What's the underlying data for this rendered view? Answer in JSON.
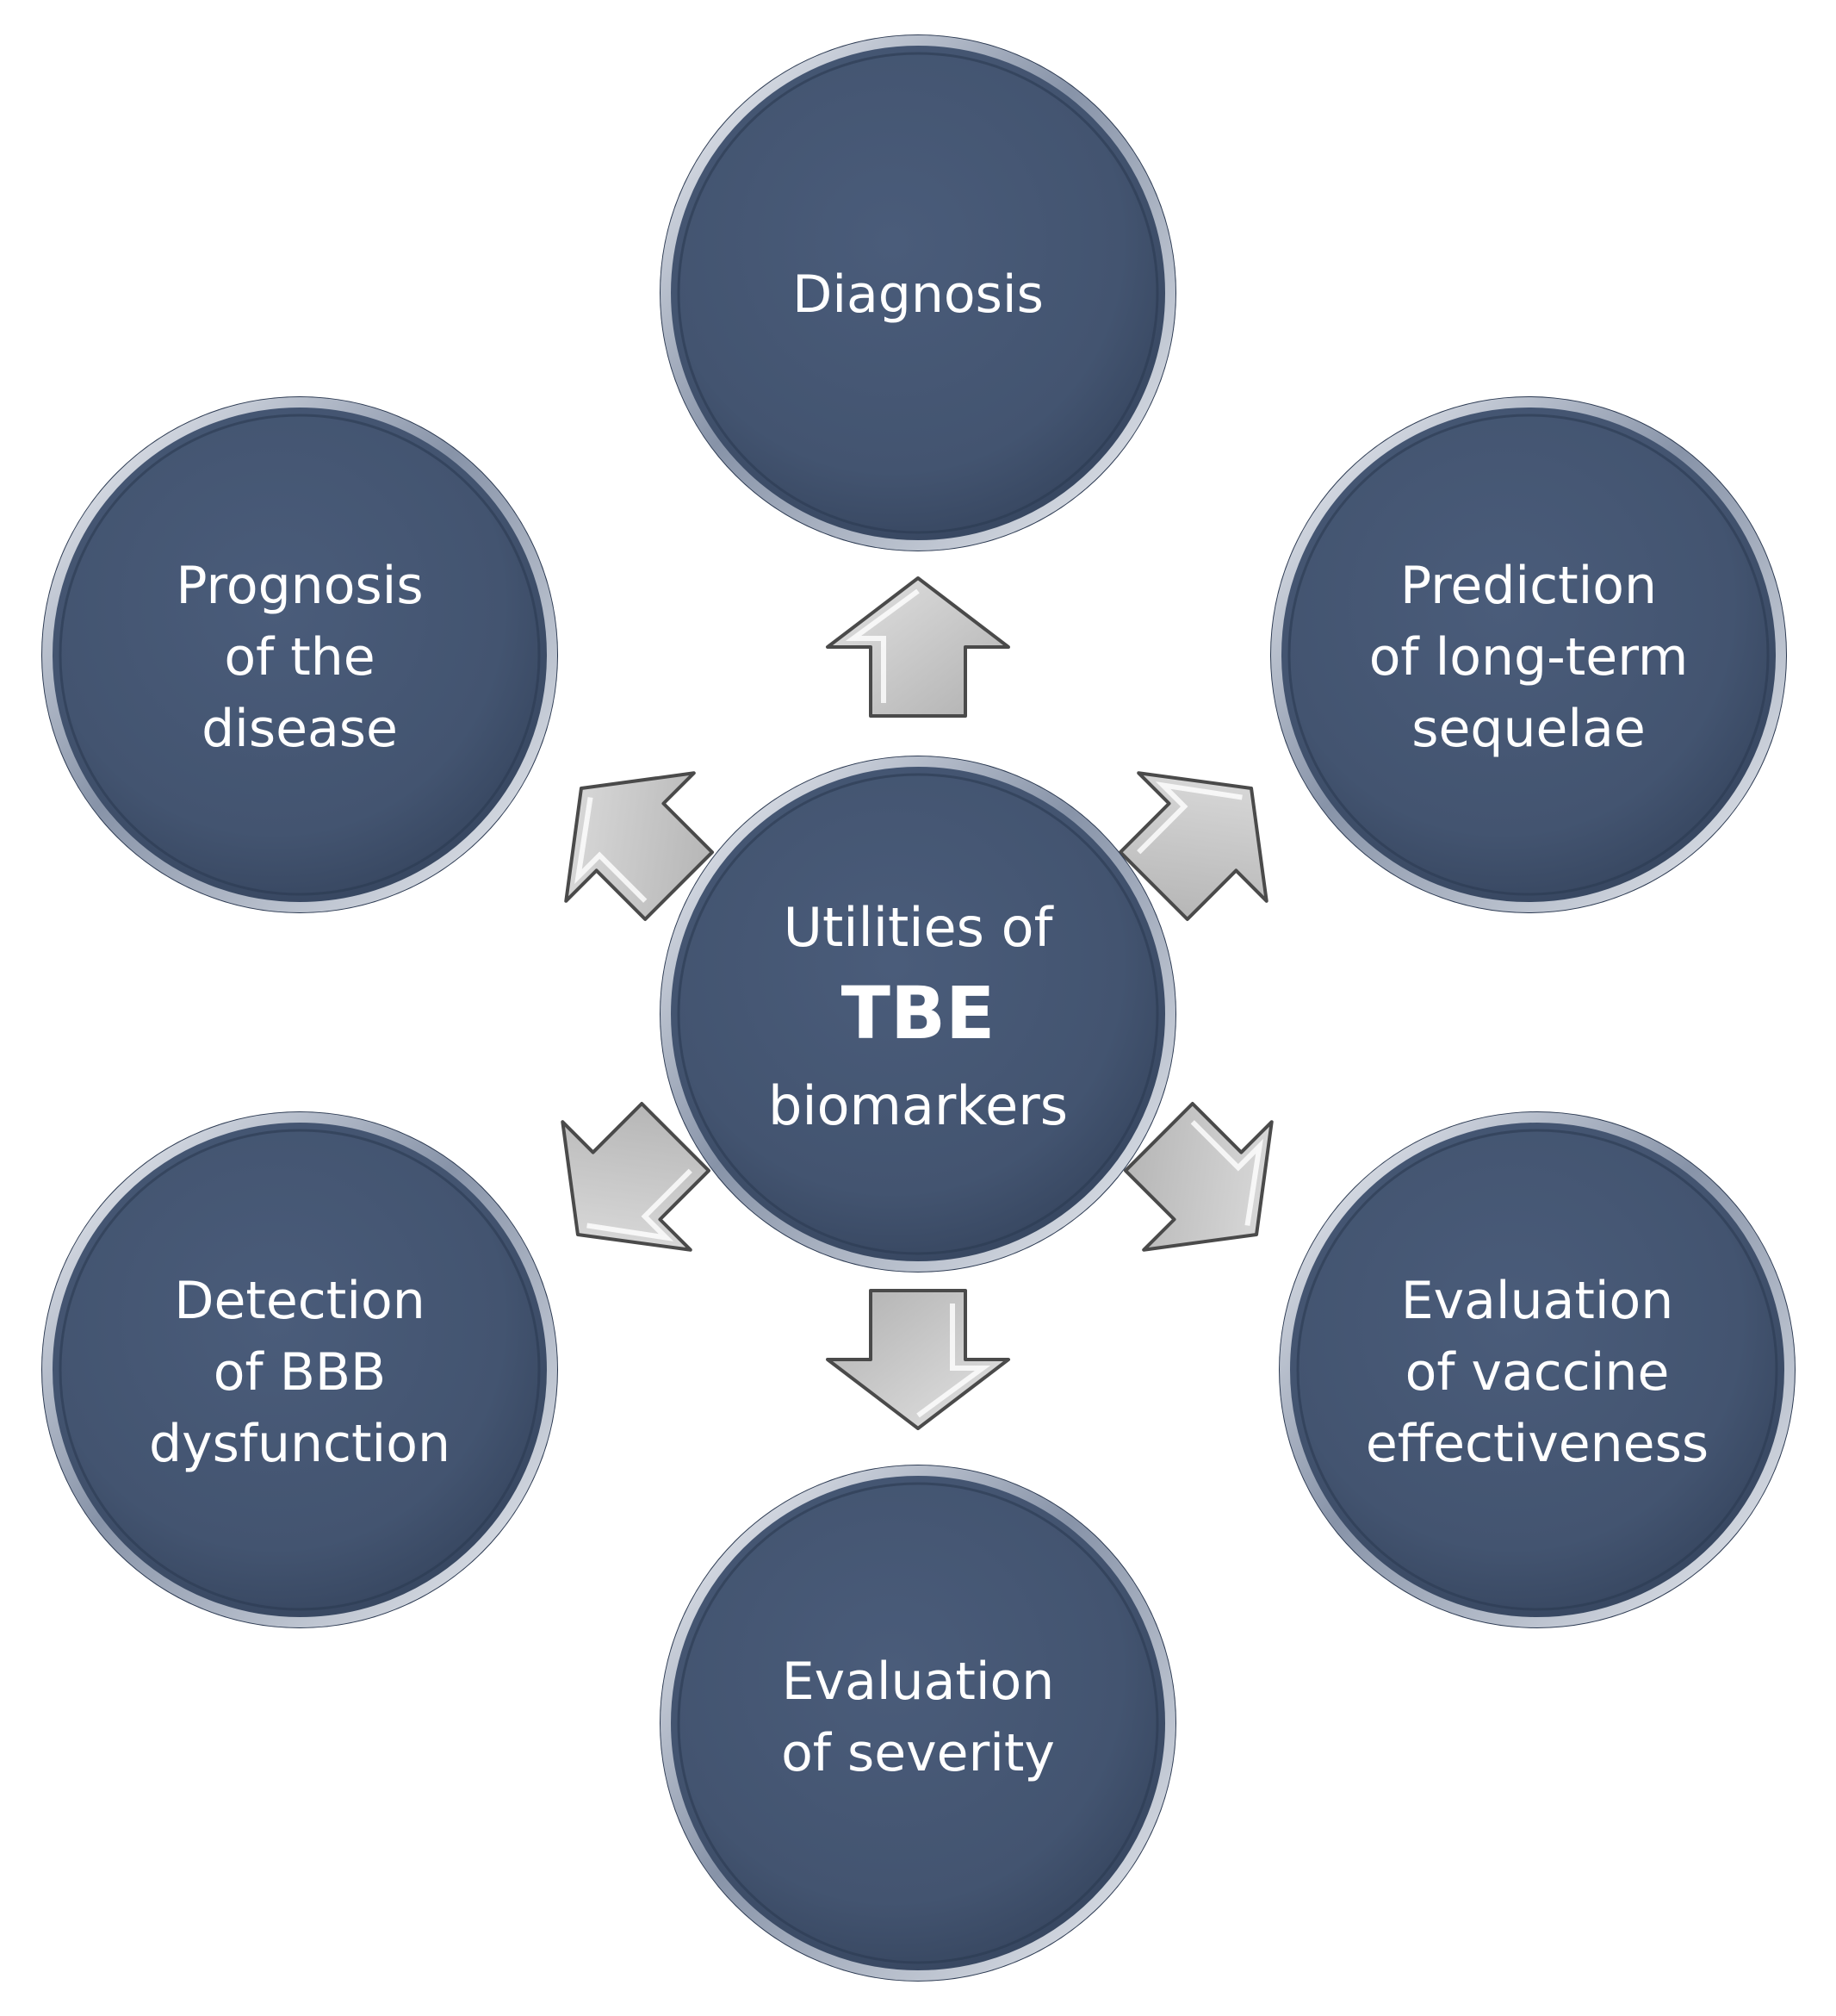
{
  "diagram": {
    "center": {
      "line1": "Utilities of",
      "line2": "TBE",
      "line3": "biomarkers"
    },
    "nodes": [
      {
        "id": "diagnosis",
        "lines": [
          "Diagnosis"
        ]
      },
      {
        "id": "prediction",
        "lines": [
          "Prediction",
          "of long-term",
          "sequelae"
        ]
      },
      {
        "id": "vaccine",
        "lines": [
          "Evaluation",
          "of vaccine",
          "effectiveness"
        ]
      },
      {
        "id": "severity",
        "lines": [
          "Evaluation",
          "of severity"
        ]
      },
      {
        "id": "bbb",
        "lines": [
          "Detection",
          "of BBB",
          "dysfunction"
        ]
      },
      {
        "id": "prognosis",
        "lines": [
          "Prognosis",
          "of the",
          "disease"
        ]
      }
    ],
    "colors": {
      "circle_fill": "#435470",
      "circle_rim": "#dfe3ea",
      "circle_rim_dark": "#2a3850",
      "arrow_fill": "#c6c6c6",
      "arrow_stroke": "#4a4a4a",
      "text": "#ffffff"
    }
  }
}
